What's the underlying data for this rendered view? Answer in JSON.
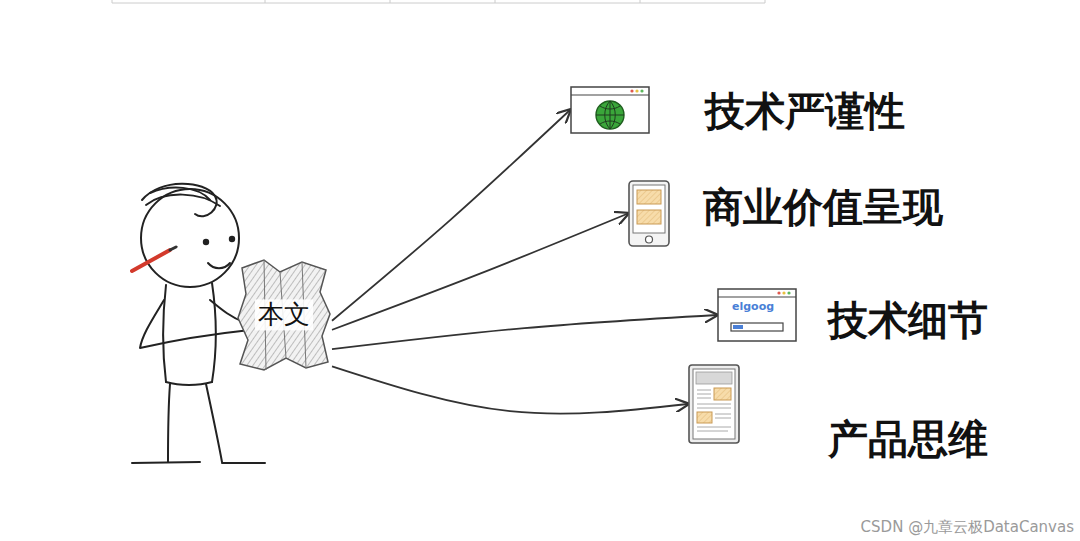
{
  "diagram": {
    "nodes": [
      {
        "text": [
          "本文"
        ]
      },
      {
        "text": [
          "技术严谨性"
        ]
      },
      {
        "text": [
          "商业价值呈现"
        ]
      },
      {
        "text": [
          "技术细节"
        ]
      },
      {
        "text": [
          "产品思维"
        ]
      }
    ],
    "edges": [
      {
        "from": 0,
        "to": 1,
        "arrow": "to"
      },
      {
        "from": 0,
        "to": 2,
        "arrow": "to"
      },
      {
        "from": 0,
        "to": 3,
        "arrow": "to"
      },
      {
        "from": 0,
        "to": 4,
        "arrow": "to"
      }
    ],
    "labels": [
      "elgoog",
      "CSDN @九章云极DataCanvas"
    ]
  }
}
